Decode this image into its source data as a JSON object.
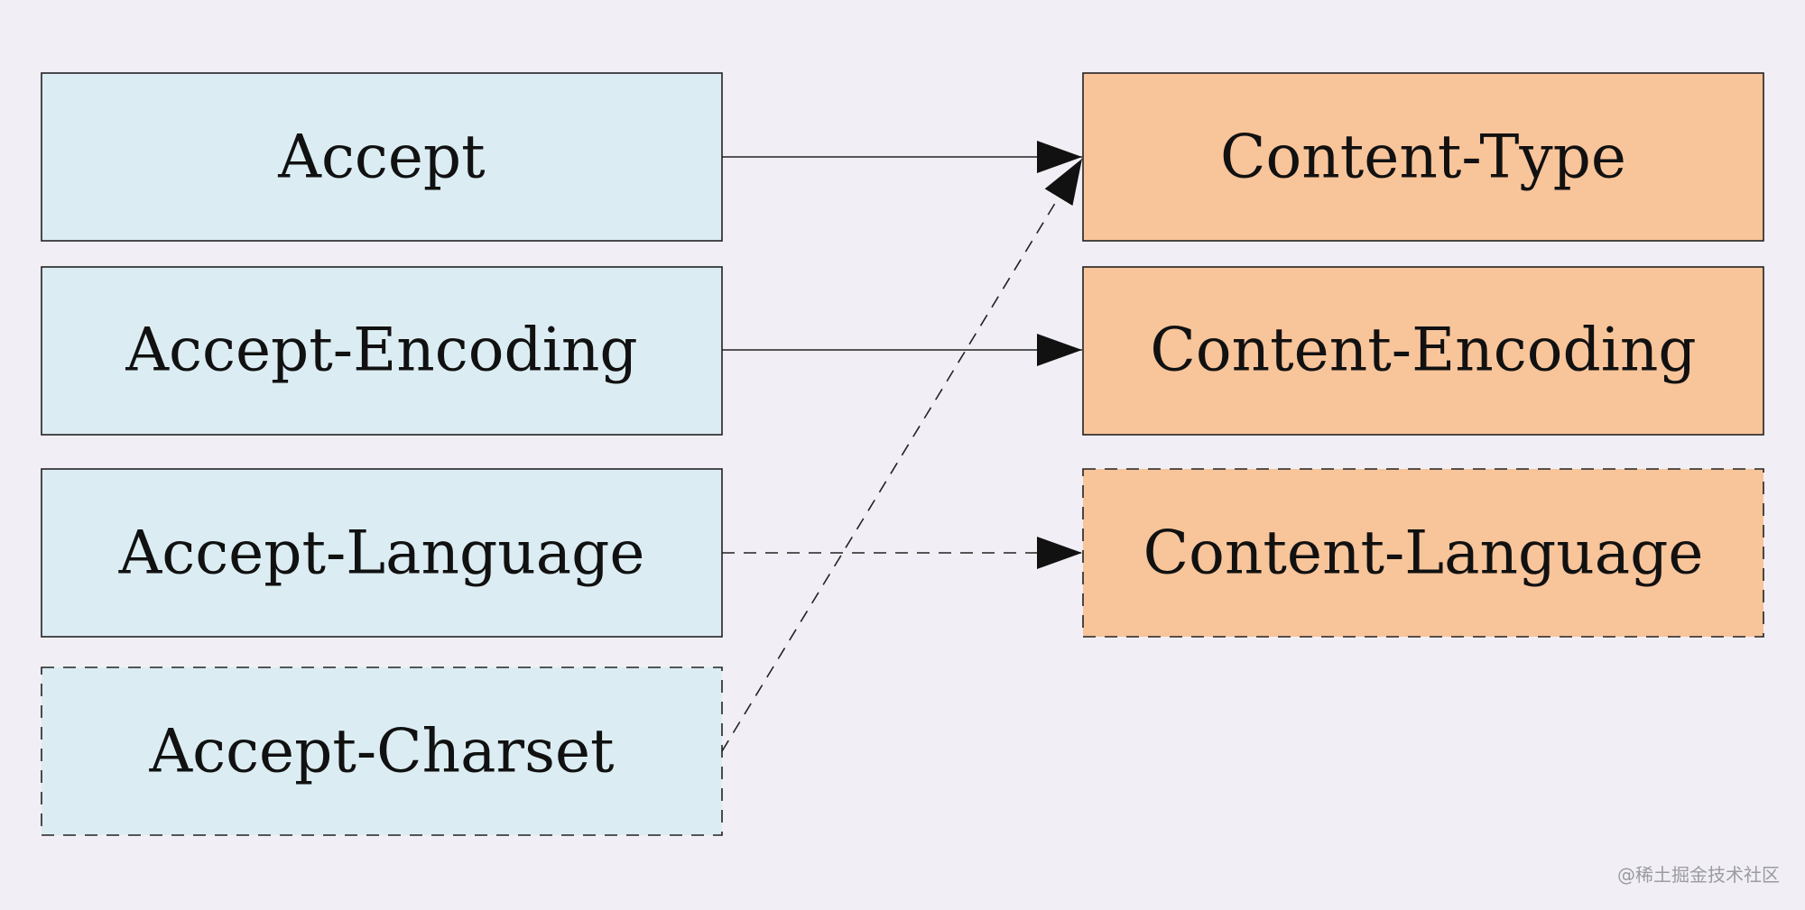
{
  "colors": {
    "background": "#f1eff5",
    "request_fill": "#dbedf3",
    "response_fill": "#f8c49a",
    "stroke": "#222222"
  },
  "request_headers": [
    {
      "label": "Accept",
      "border": "solid"
    },
    {
      "label": "Accept-Encoding",
      "border": "solid"
    },
    {
      "label": "Accept-Language",
      "border": "solid"
    },
    {
      "label": "Accept-Charset",
      "border": "dashed"
    }
  ],
  "response_headers": [
    {
      "label": "Content-Type",
      "border": "solid"
    },
    {
      "label": "Content-Encoding",
      "border": "solid"
    },
    {
      "label": "Content-Language",
      "border": "dashed"
    }
  ],
  "edges": [
    {
      "from": "Accept",
      "to": "Content-Type",
      "style": "solid"
    },
    {
      "from": "Accept-Encoding",
      "to": "Content-Encoding",
      "style": "solid"
    },
    {
      "from": "Accept-Language",
      "to": "Content-Language",
      "style": "dashed"
    },
    {
      "from": "Accept-Charset",
      "to": "Content-Type",
      "style": "dashed"
    }
  ],
  "watermark": "@稀土掘金技术社区"
}
